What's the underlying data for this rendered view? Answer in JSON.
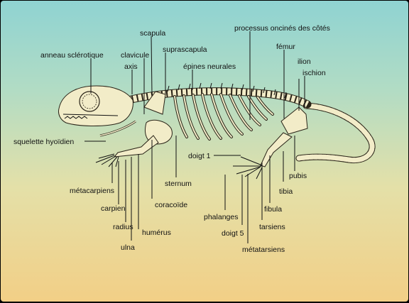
{
  "labels": {
    "scapula": "scapula",
    "processus": "processus oncinés des côtés",
    "suprascapula": "suprascapula",
    "clavicule": "clavicule",
    "anneau": "anneau sclérotique",
    "femur": "fémur",
    "axis": "axis",
    "epines": "épines neurales",
    "ilion": "ilion",
    "ischion": "ischion",
    "squelette": "squelette hyoïdien",
    "doigt1": "doigt 1",
    "pubis": "pubis",
    "sternum": "sternum",
    "tibia": "tibia",
    "metacarpiens": "métacarpiens",
    "coracoide": "coracoïde",
    "carpien": "carpien",
    "fibula": "fibula",
    "phalanges": "phalanges",
    "radius": "radius",
    "tarsiens": "tarsiens",
    "humerus": "humérus",
    "doigt5": "doigt 5",
    "ulna": "ulna",
    "metatarsiens": "métatarsiens"
  }
}
